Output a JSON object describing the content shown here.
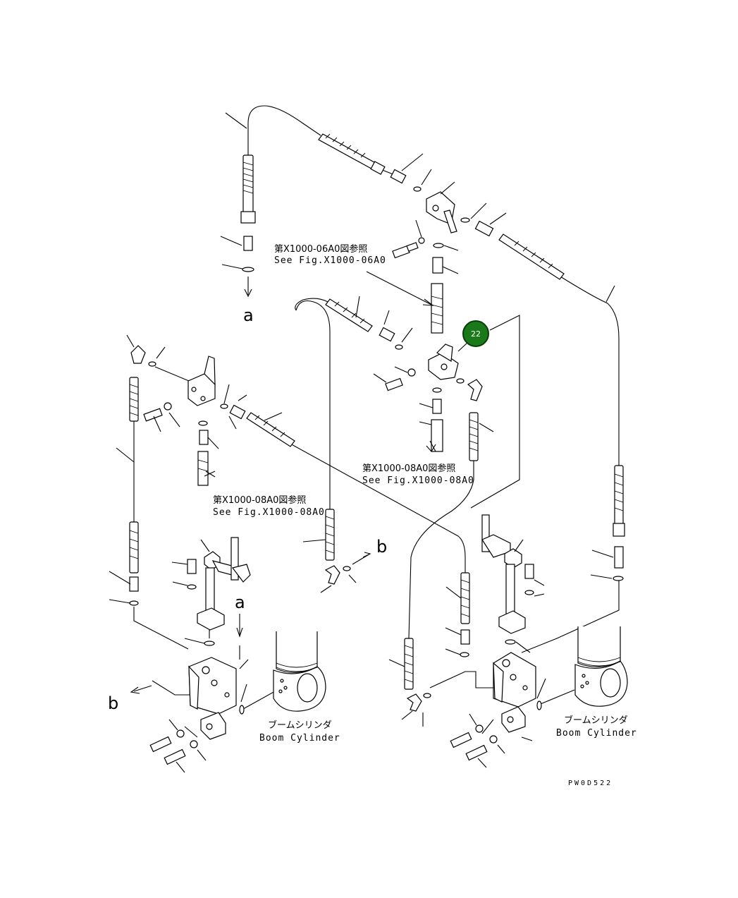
{
  "callouts": [
    {
      "label": "22",
      "color": "#1a7a1a"
    }
  ],
  "references": {
    "top": {
      "jp": "第X1000-06A0図参照",
      "en": "See Fig.X1000-06A0"
    },
    "center": {
      "jp": "第X1000-08A0図参照",
      "en": "See Fig.X1000-08A0"
    },
    "left": {
      "jp": "第X1000-08A0図参照",
      "en": "See Fig.X1000-08A0"
    }
  },
  "connectors": {
    "a_top": "a",
    "a_mid": "a",
    "b_left": "b",
    "b_mid": "b"
  },
  "components": {
    "boom_cylinder_left": {
      "jp": "ブームシリンダ",
      "en": "Boom Cylinder"
    },
    "boom_cylinder_right": {
      "jp": "ブームシリンダ",
      "en": "Boom Cylinder"
    }
  },
  "drawing_code": "PW0D522"
}
